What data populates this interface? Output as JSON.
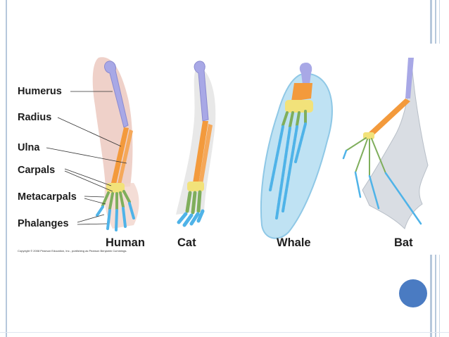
{
  "labels": {
    "humerus": "Humerus",
    "radius": "Radius",
    "ulna": "Ulna",
    "carpals": "Carpals",
    "metacarpals": "Metacarpals",
    "phalanges": "Phalanges"
  },
  "species": {
    "human": "Human",
    "cat": "Cat",
    "whale": "Whale",
    "bat": "Bat"
  },
  "copyright": "Copyright © 2008 Pearson Education, Inc., publishing as Pearson Benjamin Cummings.",
  "colors": {
    "humerus": "#a8a8e6",
    "radius_ulna": "#f39a3c",
    "carpals": "#f2e27a",
    "metacarpals": "#7fae5c",
    "phalanges": "#4fb3e8",
    "human_skin": "#ecc9c0",
    "whale_skin": "#bfe2f3",
    "bat_membrane": "#d9dde3",
    "accent_dot": "#4a7bc2"
  }
}
